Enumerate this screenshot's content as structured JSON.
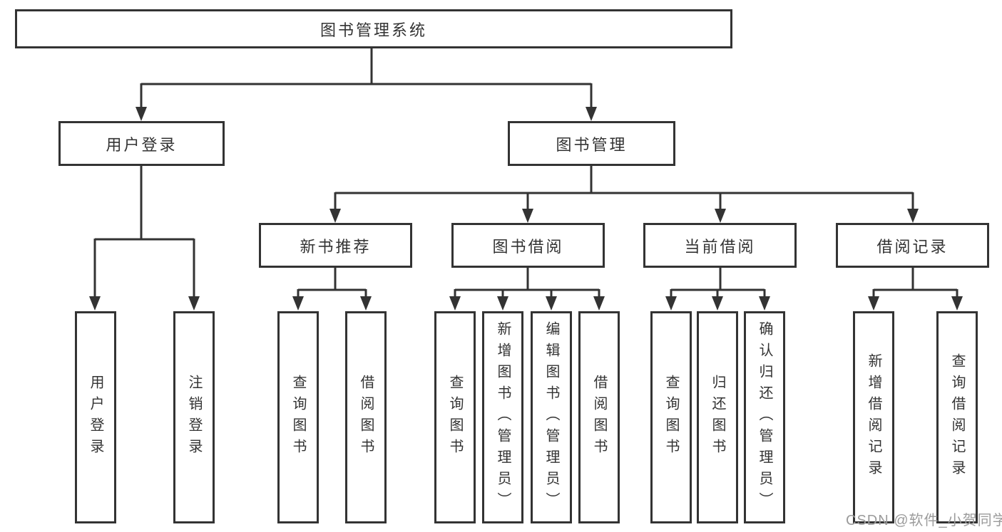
{
  "colors": {
    "line": "#333333",
    "box_border": "#333333",
    "box_fill": "#ffffff",
    "text": "#333333",
    "watermark": "#9b9b9b",
    "background": "#ffffff"
  },
  "watermark": {
    "text": "CSDN @软件_小贺同学"
  },
  "tree": {
    "label": "图书管理系统",
    "children": [
      {
        "label": "用户登录",
        "children": [
          {
            "label": "用户登录"
          },
          {
            "label": "注销登录"
          }
        ]
      },
      {
        "label": "图书管理",
        "children": [
          {
            "label": "新书推荐",
            "children": [
              {
                "label": "查询图书"
              },
              {
                "label": "借阅图书"
              }
            ]
          },
          {
            "label": "图书借阅",
            "children": [
              {
                "label": "查询图书"
              },
              {
                "label": "新增图书（管理员）"
              },
              {
                "label": "编辑图书（管理员）"
              },
              {
                "label": "借阅图书"
              }
            ]
          },
          {
            "label": "当前借阅",
            "children": [
              {
                "label": "查询图书"
              },
              {
                "label": "归还图书"
              },
              {
                "label": "确认归还（管理员）"
              }
            ]
          },
          {
            "label": "借阅记录",
            "children": [
              {
                "label": "新增借阅记录"
              },
              {
                "label": "查询借阅记录"
              }
            ]
          }
        ]
      }
    ]
  }
}
